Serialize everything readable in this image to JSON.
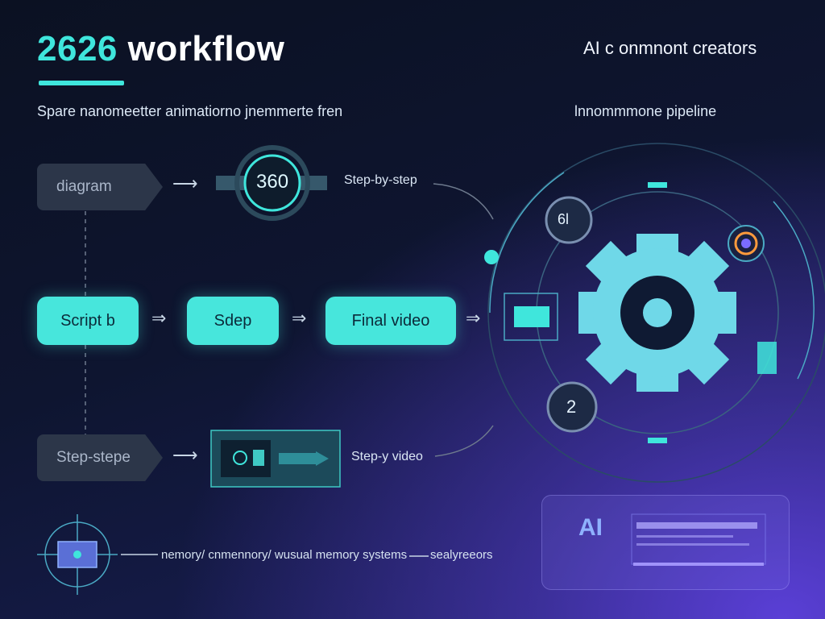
{
  "header": {
    "title_year": "2626",
    "title_word": "workflow",
    "top_right": "AI c onmnont creators",
    "subtitle": "Spare nanomeetter animatiorno jnemmerte fren",
    "pipeline_label": "lnnommmone pipeline"
  },
  "diagram": {
    "tag_diagram": "diagram",
    "gauge_label": "360",
    "step_by_step": "Step-by-step",
    "pill_script": "Script b",
    "pill_step": "Sdep",
    "pill_final": "Final video",
    "tag_step": "Step-stepe",
    "step_video": "Step-y video",
    "bottom_label": "nemory/ cnmennory/ wusual memory systems",
    "bottom_right": "sealyreeors",
    "ai_panel_title": "AI",
    "small_icon_a": "6l",
    "small_icon_b": "2"
  },
  "colors": {
    "accent": "#3fe6dc",
    "pill": "#47e6dc",
    "tag": "#2c3649",
    "purple": "#5a3fd6"
  }
}
